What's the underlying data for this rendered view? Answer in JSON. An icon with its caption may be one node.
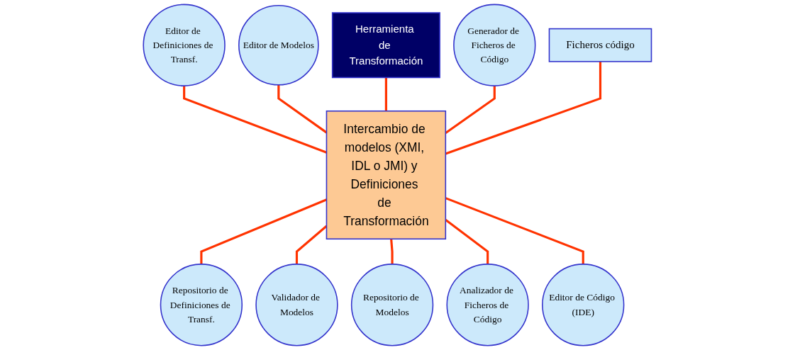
{
  "diagram": {
    "nodes": [
      {
        "text": [
          "Editor de Definiciones de Transf."
        ]
      },
      {
        "text": [
          "Editor de Modelos"
        ]
      },
      {
        "text": [
          "Herramienta de Transformación"
        ]
      },
      {
        "text": [
          "Generador de Ficheros de Código"
        ]
      },
      {
        "text": [
          "Ficheros código"
        ]
      },
      {
        "text": [
          "Intercambio de modelos (XMI, IDL o JMI) y Definiciones de Transformación"
        ]
      },
      {
        "text": [
          "Repositorio de Definiciones de Transf."
        ]
      },
      {
        "text": [
          "Validador de Modelos"
        ]
      },
      {
        "text": [
          "Repositorio de Modelos"
        ]
      },
      {
        "text": [
          "Analizador de Ficheros de Código"
        ]
      },
      {
        "text": [
          "Editor de Código (IDE)"
        ]
      }
    ],
    "edges": [
      {
        "from": 0,
        "to": 5,
        "arrow": "none"
      },
      {
        "from": 1,
        "to": 5,
        "arrow": "none"
      },
      {
        "from": 2,
        "to": 5,
        "arrow": "none"
      },
      {
        "from": 3,
        "to": 5,
        "arrow": "none"
      },
      {
        "from": 4,
        "to": 5,
        "arrow": "none"
      },
      {
        "from": 5,
        "to": 6,
        "arrow": "none"
      },
      {
        "from": 5,
        "to": 7,
        "arrow": "none"
      },
      {
        "from": 5,
        "to": 8,
        "arrow": "none"
      },
      {
        "from": 5,
        "to": 9,
        "arrow": "none"
      },
      {
        "from": 5,
        "to": 10,
        "arrow": "none"
      }
    ]
  }
}
